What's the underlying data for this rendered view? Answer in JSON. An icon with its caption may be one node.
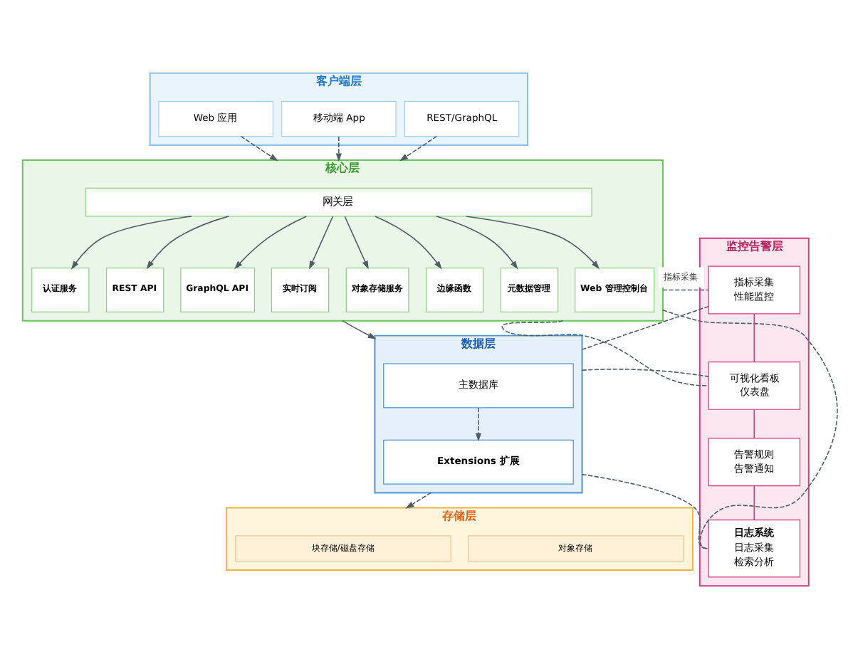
{
  "diagram": {
    "nodes": [
      {
        "text": [
          "客户端层"
        ]
      },
      {
        "text": [
          "Web 应用"
        ],
        "in": 0
      },
      {
        "text": [
          "移动端 App"
        ],
        "in": 0
      },
      {
        "text": [
          "REST/GraphQL"
        ],
        "in": 0
      },
      {
        "text": [
          "核心层"
        ]
      },
      {
        "text": [
          "网关层"
        ],
        "in": 4
      },
      {
        "text": [
          "认证服务"
        ],
        "in": 4
      },
      {
        "text": [
          "REST API"
        ],
        "in": 4
      },
      {
        "text": [
          "GraphQL API"
        ],
        "in": 4
      },
      {
        "text": [
          "实时订阅"
        ],
        "in": 4
      },
      {
        "text": [
          "对象存储服务"
        ],
        "in": 4
      },
      {
        "text": [
          "边缘函数"
        ],
        "in": 4
      },
      {
        "text": [
          "元数据管理"
        ],
        "in": 4
      },
      {
        "text": [
          "Web 管理控制台"
        ],
        "in": 4
      },
      {
        "text": [
          "数据层"
        ]
      },
      {
        "text": [
          "主数据库"
        ],
        "in": 14
      },
      {
        "text": [
          "Extensions 扩展"
        ],
        "in": 14
      },
      {
        "text": [
          "存储层"
        ]
      },
      {
        "text": [
          "块存储/磁盘存储"
        ],
        "in": 17
      },
      {
        "text": [
          "对象存储"
        ],
        "in": 17
      },
      {
        "text": [
          "监控告警层"
        ]
      },
      {
        "text": [
          "指标采集",
          "性能监控"
        ],
        "in": 20
      },
      {
        "text": [
          "可视化看板",
          "仪表盘"
        ],
        "in": 20
      },
      {
        "text": [
          "告警规则",
          "告警通知"
        ],
        "in": 20
      },
      {
        "text": [
          "日志系统",
          "日志采集",
          "检索分析"
        ],
        "in": 20
      }
    ],
    "edges": [
      {
        "from": 1,
        "to": 4,
        "arrow": "to",
        "style": "dashed"
      },
      {
        "from": 2,
        "to": 4,
        "arrow": "to",
        "style": "dashed"
      },
      {
        "from": 3,
        "to": 4,
        "arrow": "to",
        "style": "dashed"
      },
      {
        "from": 5,
        "to": 6,
        "arrow": "to"
      },
      {
        "from": 5,
        "to": 7,
        "arrow": "to"
      },
      {
        "from": 5,
        "to": 8,
        "arrow": "to"
      },
      {
        "from": 5,
        "to": 9,
        "arrow": "to"
      },
      {
        "from": 5,
        "to": 10,
        "arrow": "to"
      },
      {
        "from": 5,
        "to": 11,
        "arrow": "to"
      },
      {
        "from": 5,
        "to": 12,
        "arrow": "to"
      },
      {
        "from": 5,
        "to": 13,
        "arrow": "to"
      },
      {
        "from": 4,
        "to": 14,
        "arrow": "to"
      },
      {
        "from": 15,
        "to": 16,
        "arrow": "to",
        "style": "dashed"
      },
      {
        "from": 14,
        "to": 17,
        "arrow": "to",
        "style": "dashed"
      },
      {
        "from": 4,
        "to": 21,
        "arrow": "none",
        "style": "dashed",
        "label": "指标采集"
      },
      {
        "from": 4,
        "to": 22,
        "arrow": "none",
        "style": "dashed"
      },
      {
        "from": 4,
        "to": 24,
        "arrow": "none",
        "style": "dashed"
      },
      {
        "from": 14,
        "to": 21,
        "arrow": "none",
        "style": "dashed"
      },
      {
        "from": 14,
        "to": 22,
        "arrow": "none",
        "style": "dashed"
      },
      {
        "from": 14,
        "to": 24,
        "arrow": "none",
        "style": "dashed"
      },
      {
        "from": 21,
        "to": 22,
        "arrow": "none",
        "color": "#d43b7c"
      },
      {
        "from": 22,
        "to": 23,
        "arrow": "none",
        "color": "#d43b7c"
      },
      {
        "from": 23,
        "to": 24,
        "arrow": "none",
        "color": "#d43b7c"
      }
    ]
  }
}
